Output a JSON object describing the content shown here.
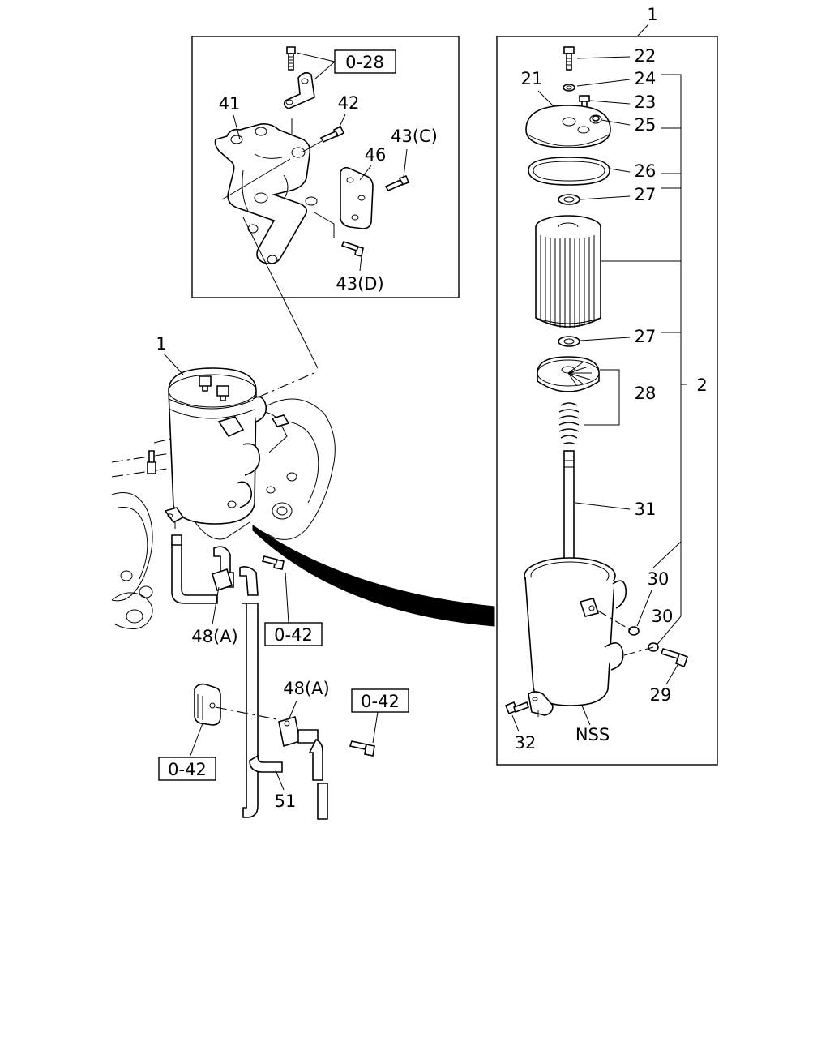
{
  "callouts": {
    "c1_top": "1",
    "c22": "22",
    "c21": "21",
    "c24": "24",
    "c23": "23",
    "c25": "25",
    "c26": "26",
    "c27_upper": "27",
    "c27_lower": "27",
    "c2": "2",
    "c28": "28",
    "c31": "31",
    "c30_a": "30",
    "c30_b": "30",
    "c29": "29",
    "c32": "32",
    "nss": "NSS",
    "c41": "41",
    "c42": "42",
    "c43c": "43(C)",
    "c46": "46",
    "c43d": "43(D)",
    "c1_main": "1",
    "c48a_left": "48(A)",
    "c48a_right": "48(A)",
    "c51": "51"
  },
  "refs": {
    "r028": "0-28",
    "r042_mid": "0-42",
    "r042_right": "0-42",
    "r042_left": "0-42"
  }
}
